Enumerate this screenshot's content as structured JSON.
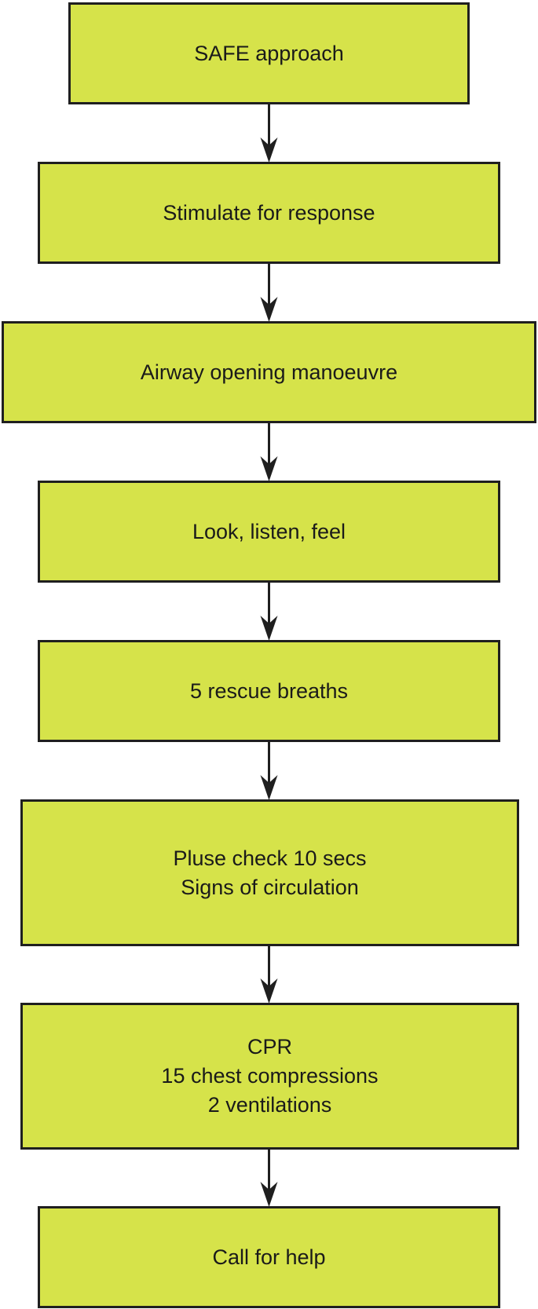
{
  "colors": {
    "box_fill": "#d6e34a",
    "box_border": "#1f1f1f",
    "arrow": "#1f1f1f",
    "text": "#1a1a1a",
    "background": "#ffffff"
  },
  "flowchart": {
    "steps": [
      {
        "lines": [
          "SAFE approach"
        ]
      },
      {
        "lines": [
          "Stimulate for response"
        ]
      },
      {
        "lines": [
          "Airway opening manoeuvre"
        ]
      },
      {
        "lines": [
          "Look, listen, feel"
        ]
      },
      {
        "lines": [
          "5 rescue breaths"
        ]
      },
      {
        "lines": [
          "Pluse check 10 secs",
          "Signs of circulation"
        ]
      },
      {
        "lines": [
          "CPR",
          "15 chest compressions",
          "2 ventilations"
        ]
      },
      {
        "lines": [
          "Call for help"
        ]
      }
    ],
    "connections": [
      {
        "from": 0,
        "to": 1
      },
      {
        "from": 1,
        "to": 2
      },
      {
        "from": 2,
        "to": 3
      },
      {
        "from": 3,
        "to": 4
      },
      {
        "from": 4,
        "to": 5
      },
      {
        "from": 5,
        "to": 6
      },
      {
        "from": 6,
        "to": 7
      }
    ]
  }
}
